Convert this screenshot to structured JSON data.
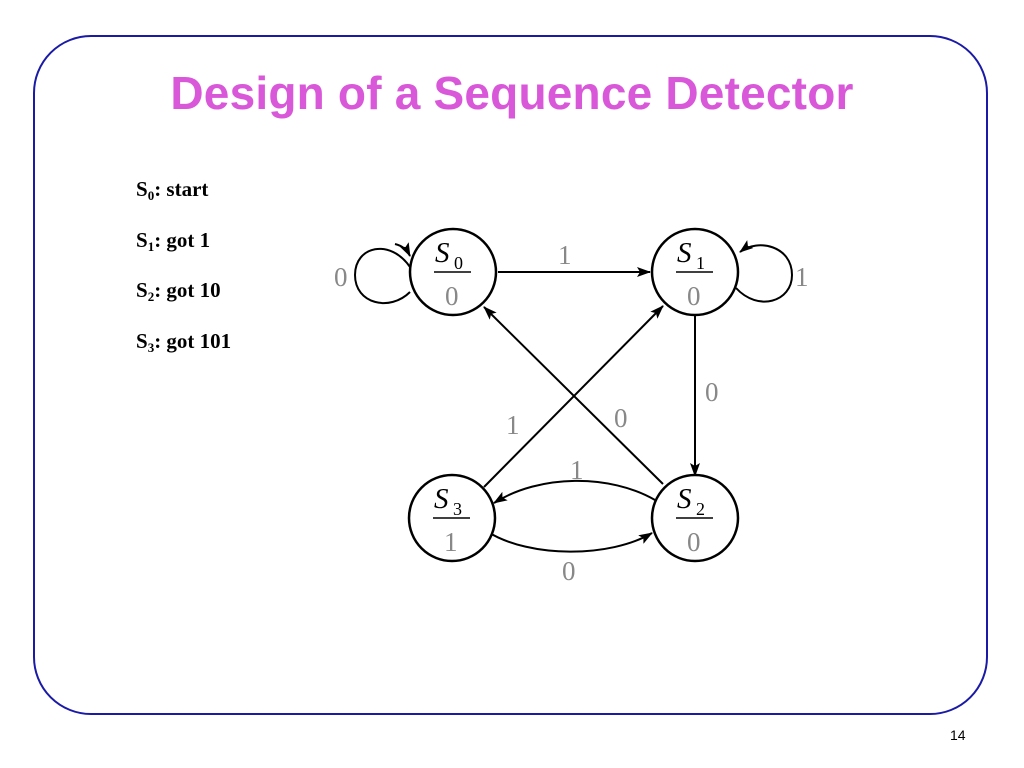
{
  "slide": {
    "title": "Design of a Sequence Detector",
    "page_number": "14",
    "frame_color": "#1a1aa6",
    "title_color": "#d957d9"
  },
  "legend": [
    {
      "symbol": "S",
      "sub": "0",
      "text": ": start"
    },
    {
      "symbol": "S",
      "sub": "1",
      "text": ": got 1"
    },
    {
      "symbol": "S",
      "sub": "2",
      "text": ": got 10"
    },
    {
      "symbol": "S",
      "sub": "3",
      "text": ": got 101"
    }
  ],
  "diagram": {
    "states": [
      {
        "name": "S",
        "sub": "0",
        "output": "0"
      },
      {
        "name": "S",
        "sub": "1",
        "output": "0"
      },
      {
        "name": "S",
        "sub": "2",
        "output": "0"
      },
      {
        "name": "S",
        "sub": "3",
        "output": "1"
      }
    ],
    "transitions": [
      {
        "from": "S0",
        "to": "S0",
        "input": "0"
      },
      {
        "from": "S0",
        "to": "S1",
        "input": "1"
      },
      {
        "from": "S1",
        "to": "S1",
        "input": "1"
      },
      {
        "from": "S1",
        "to": "S2",
        "input": "0"
      },
      {
        "from": "S2",
        "to": "S0",
        "input": "0"
      },
      {
        "from": "S2",
        "to": "S3",
        "input": "1"
      },
      {
        "from": "S3",
        "to": "S1",
        "input": "1"
      },
      {
        "from": "S3",
        "to": "S2",
        "input": "0"
      }
    ]
  }
}
